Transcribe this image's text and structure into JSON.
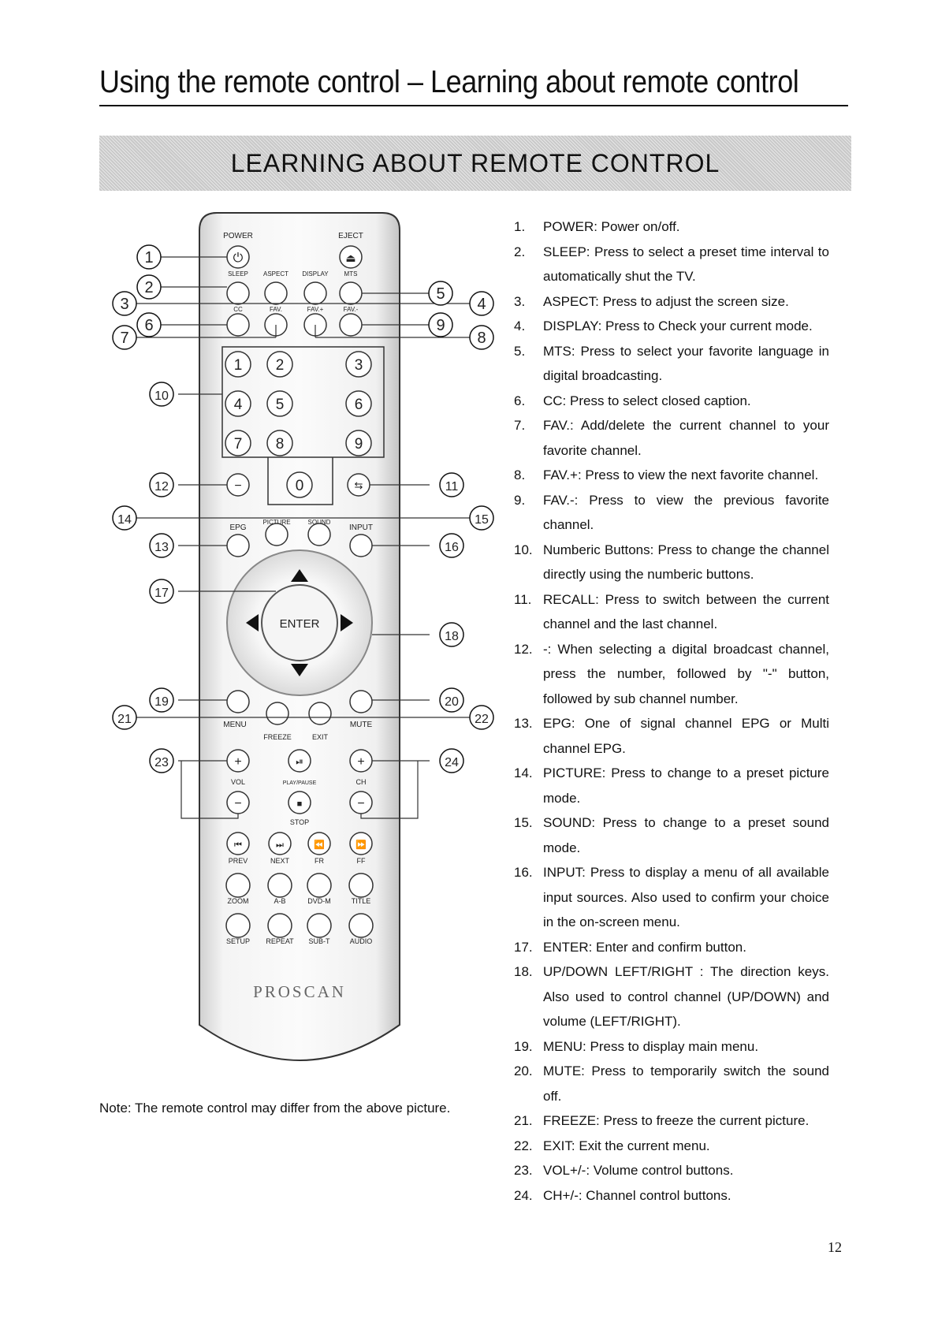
{
  "page": {
    "title": "Using the remote control – Learning about remote control",
    "banner": "LEARNING ABOUT REMOTE CONTROL",
    "note": "Note: The remote control may differ from the above picture.",
    "page_number": "12"
  },
  "remote": {
    "brand": "PROSCAN",
    "labels": {
      "power": "POWER",
      "eject": "EJECT",
      "sleep": "SLEEP",
      "aspect": "ASPECT",
      "display": "DISPLAY",
      "mts": "MTS",
      "cc": "CC",
      "fav": "FAV.",
      "fav_plus": "FAV.+",
      "fav_minus": "FAV.-",
      "picture": "PICTURE",
      "sound": "SOUND",
      "epg": "EPG",
      "input": "INPUT",
      "enter": "ENTER",
      "menu": "MENU",
      "mute": "MUTE",
      "freeze": "FREEZE",
      "exit": "EXIT",
      "vol": "VOL",
      "play_pause": "PLAY/PAUSE",
      "ch": "CH",
      "stop": "STOP",
      "prev": "PREV",
      "next": "NEXT",
      "fr": "FR",
      "ff": "FF",
      "zoom": "ZOOM",
      "ab": "A-B",
      "dvd_m": "DVD-M",
      "title": "TITLE",
      "setup": "SETUP",
      "repeat": "REPEAT",
      "sub_t": "SUB-T",
      "audio": "AUDIO"
    },
    "digits": [
      "1",
      "2",
      "3",
      "4",
      "5",
      "6",
      "7",
      "8",
      "9",
      "0"
    ],
    "callouts": [
      "1",
      "2",
      "3",
      "4",
      "5",
      "6",
      "7",
      "8",
      "9",
      "10",
      "11",
      "12",
      "13",
      "14",
      "15",
      "16",
      "17",
      "18",
      "19",
      "20",
      "21",
      "22",
      "23",
      "24"
    ]
  },
  "descriptions": [
    {
      "num": "1.",
      "text": "POWER: Power on/off."
    },
    {
      "num": "2.",
      "text": "SLEEP: Press to select a preset time interval to automatically shut the TV."
    },
    {
      "num": "3.",
      "text": "ASPECT: Press to adjust the screen size."
    },
    {
      "num": "4.",
      "text": "DISPLAY: Press to Check your current mode."
    },
    {
      "num": "5.",
      "text": "MTS: Press to select your favorite language in digital broadcasting."
    },
    {
      "num": "6.",
      "text": "CC: Press to select closed caption."
    },
    {
      "num": "7.",
      "text": "FAV.: Add/delete the current channel to your favorite channel."
    },
    {
      "num": "8.",
      "text": "FAV.+: Press to view the next favorite channel."
    },
    {
      "num": "9.",
      "text": "FAV.-: Press to view the previous favorite channel."
    },
    {
      "num": "10.",
      "text": "Numberic Buttons: Press to change the channel directly using the numberic buttons."
    },
    {
      "num": "11.",
      "text": "RECALL: Press to switch between the current channel and the last channel."
    },
    {
      "num": "12.",
      "text": "-: When selecting a digital broadcast channel, press the number, followed by \"-\" button, followed by sub channel number."
    },
    {
      "num": "13.",
      "text": "EPG: One of signal channel EPG or Multi channel EPG."
    },
    {
      "num": "14.",
      "text": "PICTURE: Press to change to a preset picture mode."
    },
    {
      "num": "15.",
      "text": "SOUND: Press to change to a preset sound mode."
    },
    {
      "num": "16.",
      "text": "INPUT: Press to display a menu of all available input sources. Also used to confirm your choice in the on-screen menu."
    },
    {
      "num": "17.",
      "text": "ENTER: Enter and confirm button."
    },
    {
      "num": "18.",
      "text": "UP/DOWN LEFT/RIGHT : The direction keys. Also used to control channel (UP/DOWN) and volume (LEFT/RIGHT)."
    },
    {
      "num": "19.",
      "text": "MENU: Press to display main menu."
    },
    {
      "num": "20.",
      "text": "MUTE: Press to temporarily switch the sound off."
    },
    {
      "num": "21.",
      "text": "FREEZE: Press to freeze the current picture."
    },
    {
      "num": "22.",
      "text": "EXIT: Exit the current menu."
    },
    {
      "num": "23.",
      "text": "VOL+/-: Volume control buttons."
    },
    {
      "num": "24.",
      "text": "CH+/-: Channel control buttons."
    }
  ]
}
